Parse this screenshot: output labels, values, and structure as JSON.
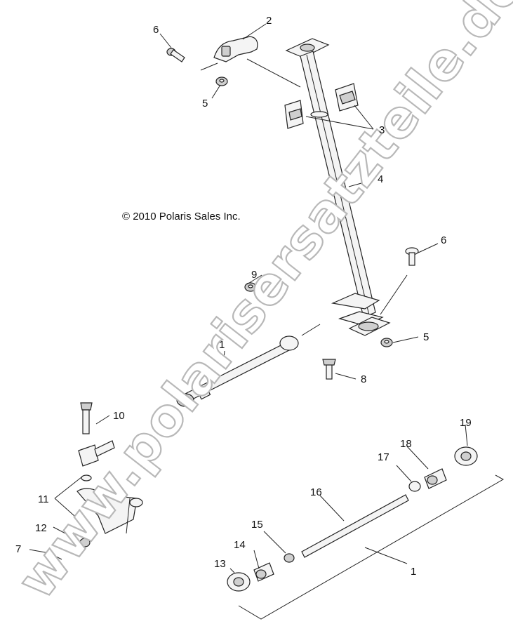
{
  "copyright": "© 2010 Polaris Sales Inc.",
  "watermark": "www.polarisersatzteile.de",
  "callouts": {
    "c1a": "1",
    "c1b": "1",
    "c2": "2",
    "c3": "3",
    "c4": "4",
    "c5a": "5",
    "c5b": "5",
    "c6a": "6",
    "c6b": "6",
    "c7": "7",
    "c8": "8",
    "c9": "9",
    "c10": "10",
    "c11": "11",
    "c12": "12",
    "c13": "13",
    "c14": "14",
    "c15": "15",
    "c16": "16",
    "c17": "17",
    "c18": "18",
    "c19": "19"
  }
}
